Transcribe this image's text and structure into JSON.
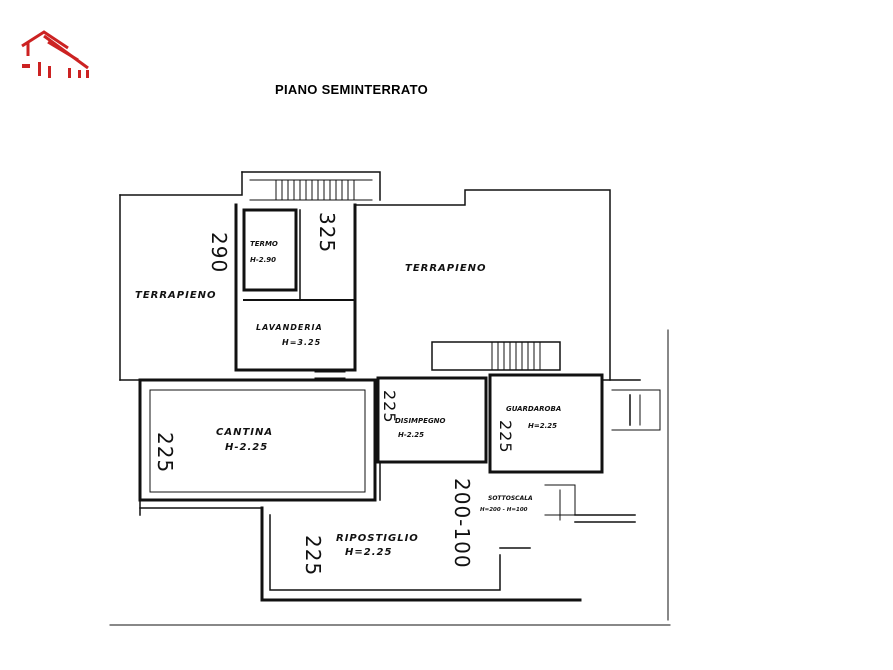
{
  "title": "PIANO SEMINTERRATO",
  "colors": {
    "logo": "#cc2222",
    "line": "#111111"
  },
  "rooms": {
    "terrapieno_left": "TERRAPIENO",
    "terrapieno_right": "TERRAPIENO",
    "termo": "TERMO",
    "termo_h": "H-2.90",
    "lavanderia": "LAVANDERIA",
    "lavanderia_h": "H=3.25",
    "cantina": "CANTINA",
    "cantina_h": "H-2.25",
    "disimpegno": "DISIMPEGNO",
    "disimpegno_h": "H-2.25",
    "guardaroba": "GUARDAROBA",
    "guardaroba_h": "H=2.25",
    "sottoscala": "SOTTOSCALA",
    "sottoscala_h": "H=200 - H=100",
    "ripostiglio": "RIPOSTIGLIO",
    "ripostiglio_h": "H=2.25"
  },
  "annotations": {
    "h290": "290",
    "h325": "325",
    "cantina_225": "225",
    "disimpegno_225": "225",
    "guardaroba_225": "225",
    "ripostiglio_225": "225",
    "sottoscala_200_100": "200-100"
  }
}
